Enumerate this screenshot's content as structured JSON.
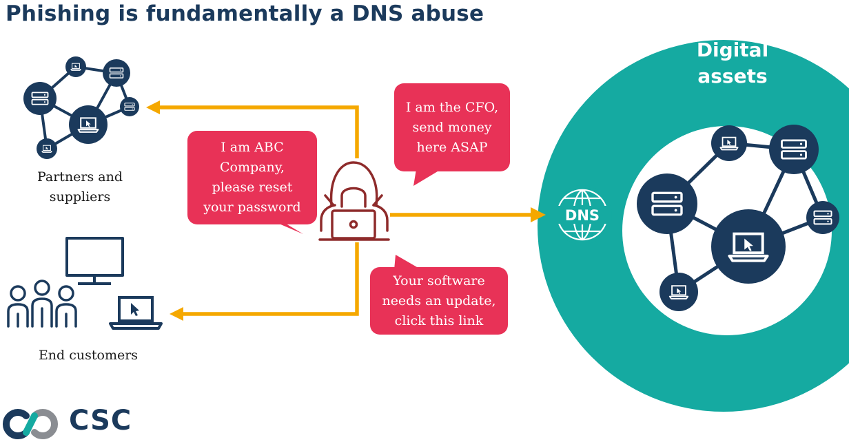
{
  "title": "Phishing is fundamentally a DNS abuse",
  "digital_assets": {
    "line1": "Digital",
    "line2": "assets"
  },
  "dns_label": "DNS",
  "groups": {
    "partners": {
      "line1": "Partners and",
      "line2": "suppliers"
    },
    "customers": {
      "line1": "End customers"
    }
  },
  "bubbles": {
    "abc": [
      "I am ABC",
      "Company,",
      "please reset",
      "your password"
    ],
    "cfo": [
      "I am the CFO,",
      "send money",
      "here ASAP"
    ],
    "software": [
      "Your software",
      "needs an update,",
      "click this link"
    ]
  },
  "brand": "CSC",
  "colors": {
    "navy": "#1b3a5c",
    "teal": "#15aaa1",
    "orange": "#f5a800",
    "bubble": "#e83257",
    "hacker": "#8e2b2b"
  }
}
